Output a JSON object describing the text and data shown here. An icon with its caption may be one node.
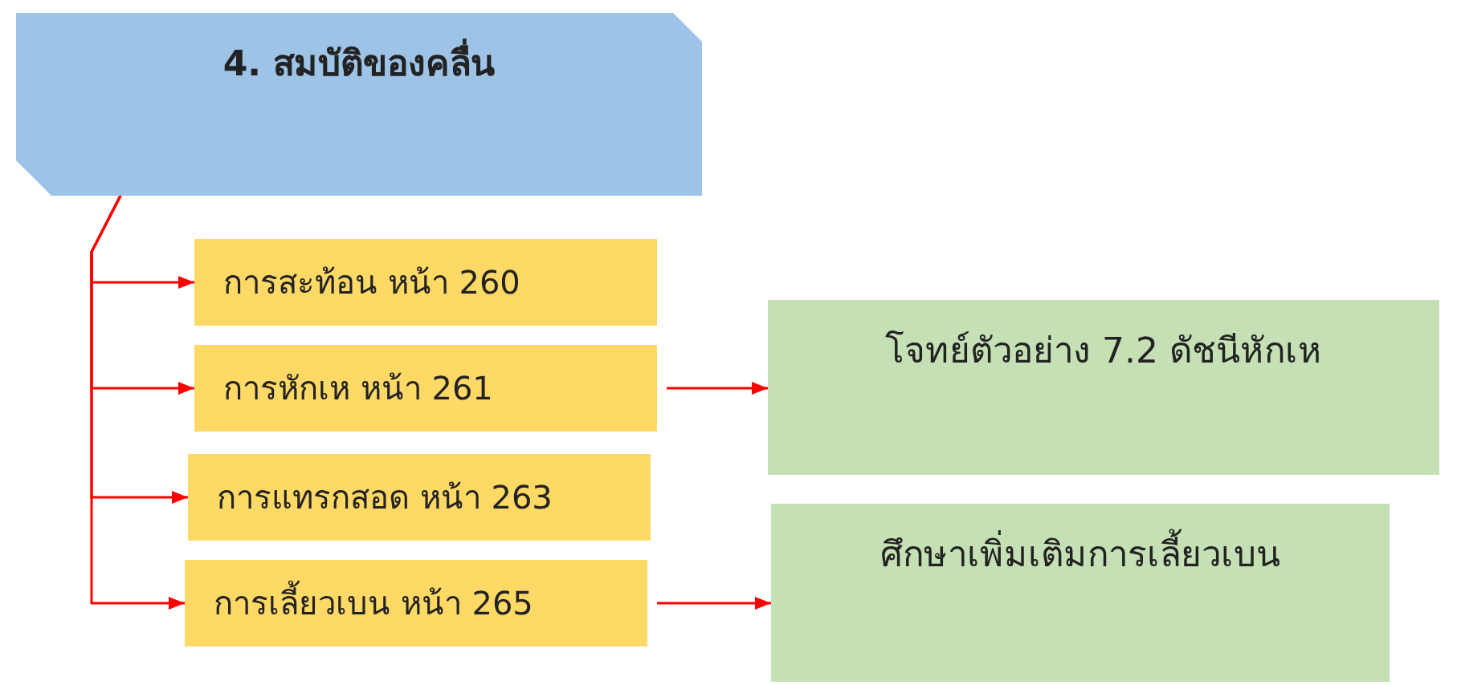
{
  "diagram": {
    "nodes": [
      {
        "text": [
          "4. สมบัติของคลื่น"
        ]
      },
      {
        "text": [
          "การสะท้อน หน้า 260"
        ]
      },
      {
        "text": [
          "การหักเห หน้า 261"
        ]
      },
      {
        "text": [
          "การแทรกสอด หน้า 263"
        ]
      },
      {
        "text": [
          "การเลี้ยวเบน หน้า 265"
        ]
      },
      {
        "text": [
          "โจทย์ตัวอย่าง 7.2 ดัชนีหักเห"
        ]
      },
      {
        "text": [
          "ศึกษาเพิ่มเติมการเลี้ยวเบน"
        ]
      }
    ],
    "edges": [
      {
        "from": 0,
        "to": 1,
        "arrow": "to"
      },
      {
        "from": 0,
        "to": 2,
        "arrow": "to"
      },
      {
        "from": 0,
        "to": 3,
        "arrow": "to"
      },
      {
        "from": 0,
        "to": 4,
        "arrow": "to"
      },
      {
        "from": 2,
        "to": 5,
        "arrow": "to"
      },
      {
        "from": 4,
        "to": 6,
        "arrow": "to"
      }
    ]
  }
}
